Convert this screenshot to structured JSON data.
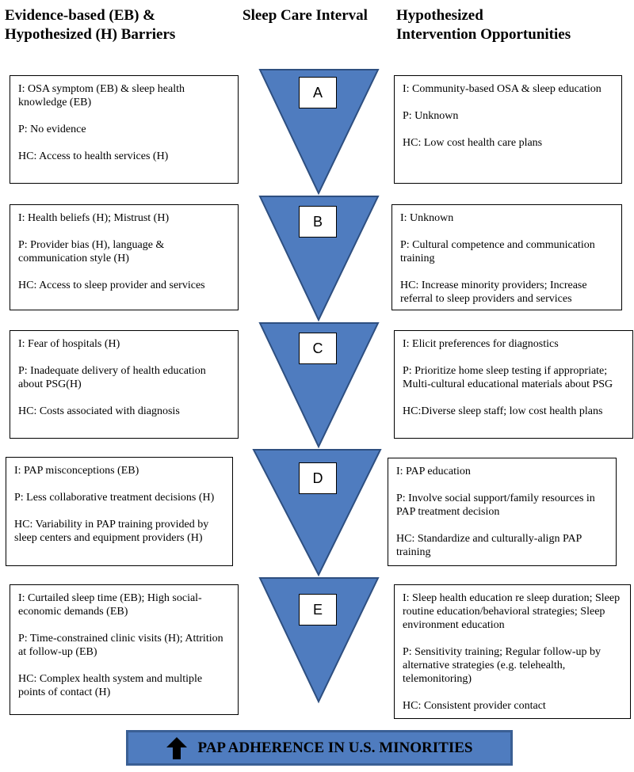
{
  "headers": {
    "barriers": "Evidence-based (EB) &\nHypothesized (H) Barriers",
    "interval": "Sleep Care Interval",
    "interventions": "Hypothesized\n Intervention Opportunities"
  },
  "colors": {
    "triangle_fill": "#4f7cbf",
    "triangle_stroke": "#2e4f80",
    "banner_fill": "#4f7cbf"
  },
  "stages": [
    {
      "letter": "A",
      "barriers": [
        "I: OSA symptom (EB) & sleep health knowledge (EB)",
        "P: No evidence",
        "HC: Access to health services (H)"
      ],
      "interventions": [
        "I: Community-based  OSA & sleep education",
        "P: Unknown",
        "HC: Low cost health care plans"
      ]
    },
    {
      "letter": "B",
      "barriers": [
        "I: Health beliefs (H); Mistrust (H)",
        "P: Provider bias (H), language & communication style (H)",
        "HC: Access to sleep provider and services"
      ],
      "interventions": [
        "I: Unknown",
        "P: Cultural competence and communication training",
        "HC: Increase minority providers; Increase referral to sleep providers and services"
      ]
    },
    {
      "letter": "C",
      "barriers": [
        "I: Fear of hospitals (H)",
        "P: Inadequate delivery of health education about PSG(H)",
        "HC: Costs associated with diagnosis"
      ],
      "interventions": [
        "I: Elicit preferences for diagnostics",
        "P: Prioritize home sleep testing if appropriate; Multi-cultural educational materials about PSG",
        "HC:Diverse sleep staff; low cost health plans"
      ]
    },
    {
      "letter": "D",
      "barriers": [
        "I: PAP misconceptions (EB)",
        "P: Less collaborative treatment decisions (H)",
        "HC: Variability in PAP training provided by sleep centers and equipment providers (H)"
      ],
      "interventions": [
        "I: PAP education",
        "P: Involve social support/family resources in PAP treatment decision",
        "HC: Standardize and culturally-align PAP training"
      ]
    },
    {
      "letter": "E",
      "barriers": [
        "I: Curtailed sleep time (EB); High social-economic demands (EB)",
        "P: Time-constrained clinic visits (H); Attrition at follow-up (EB)",
        "HC: Complex health system and multiple points of contact (H)"
      ],
      "interventions": [
        "I: Sleep health education re sleep duration; Sleep routine education/behavioral strategies; Sleep environment education",
        "P: Sensitivity training; Regular follow-up by alternative strategies (e.g. telehealth, telemonitoring)",
        "HC: Consistent provider contact"
      ]
    }
  ],
  "banner": {
    "text": "PAP ADHERENCE IN U.S. MINORITIES",
    "icon": "up-arrow-icon"
  }
}
